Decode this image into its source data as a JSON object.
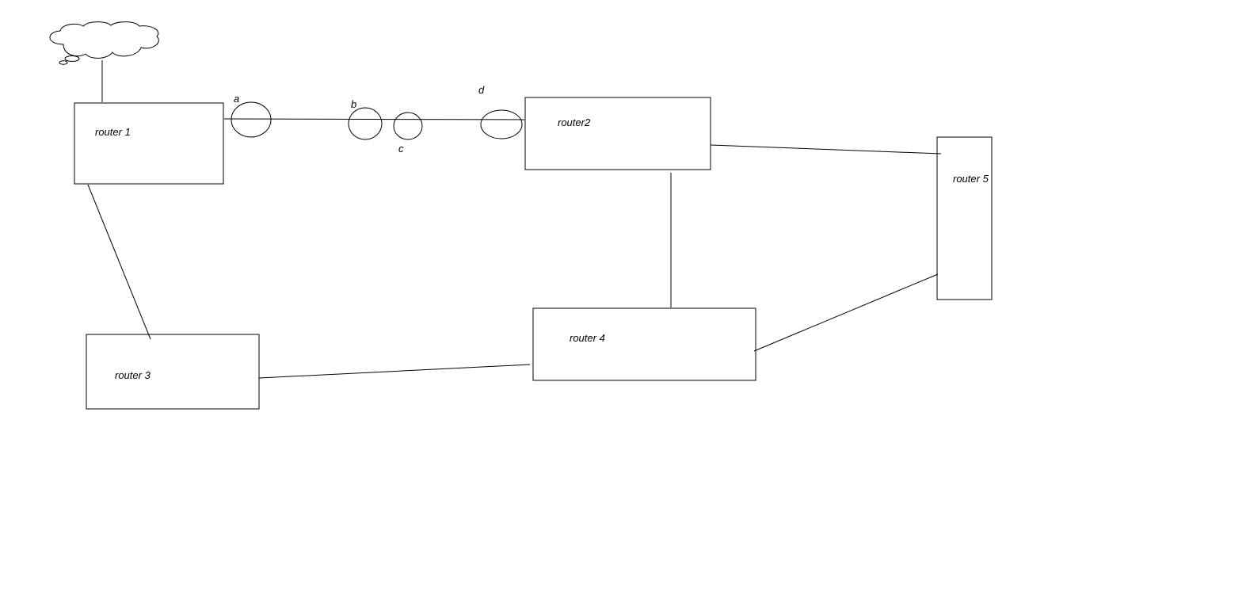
{
  "diagram": {
    "routers": [
      {
        "id": "r1",
        "label": "router 1"
      },
      {
        "id": "r2",
        "label": "router2"
      },
      {
        "id": "r3",
        "label": "router 3"
      },
      {
        "id": "r4",
        "label": "router 4"
      },
      {
        "id": "r5",
        "label": "router 5"
      }
    ],
    "link_markers": [
      {
        "id": "a",
        "label": "a"
      },
      {
        "id": "b",
        "label": "b"
      },
      {
        "id": "c",
        "label": "c"
      },
      {
        "id": "d",
        "label": "d"
      }
    ],
    "connections": [
      {
        "from": "cloud",
        "to": "r1"
      },
      {
        "from": "r1",
        "to": "r2",
        "via": [
          "a",
          "b",
          "c",
          "d"
        ]
      },
      {
        "from": "r1",
        "to": "r3"
      },
      {
        "from": "r2",
        "to": "r4"
      },
      {
        "from": "r2",
        "to": "r5"
      },
      {
        "from": "r3",
        "to": "r4"
      },
      {
        "from": "r4",
        "to": "r5"
      }
    ],
    "stroke_color": "#000000",
    "background_color": "#ffffff"
  }
}
